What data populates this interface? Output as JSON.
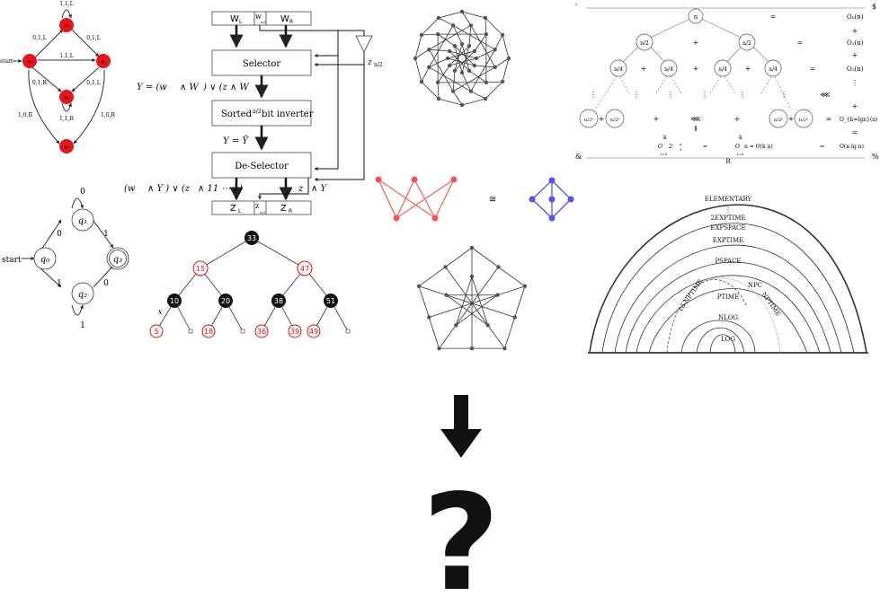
{
  "turing_machine": {
    "nodes": [
      "q₀",
      "q₁",
      "q₂",
      "q₃",
      "q₄"
    ],
    "start": "start",
    "edges": [
      "1,1,L",
      "0,1,L",
      "0,1,L",
      "1,1,L",
      "0,1,R",
      "0,1,L",
      "1,1,R",
      "1,0,R",
      "1,0,R"
    ]
  },
  "circuit": {
    "inputs": [
      "W",
      "L",
      "w",
      "n/2",
      "W",
      "R"
    ],
    "boxes": [
      "Selector",
      "Sorted",
      "bit inverter",
      "De-Selector"
    ],
    "frac": "n/2",
    "z_label": "z",
    "z_sub": "n/2",
    "eq1": "Y = (w",
    "eq1b": "∧ W",
    "eq1c": ") ∨ (z",
    "eq1d": "∧ W",
    "eq2": "Y = Ȳ",
    "eq3": "(w",
    "eq3b": "∧ Y ) ∨ (z",
    "eq3c": "∧ 11 ⋯ 1)",
    "eq4": "z",
    "eq4b": "∧ Y",
    "outputs": [
      "Z",
      "L",
      "z",
      "n/2",
      "Z",
      "R"
    ]
  },
  "automaton": {
    "states": [
      "q₀",
      "q₁",
      "q₂",
      "q₃"
    ],
    "start": "start",
    "labels": [
      "0",
      "0",
      "1",
      "1",
      "0",
      "1"
    ]
  },
  "rb_tree": {
    "nodes": [
      "33",
      "15",
      "47",
      "10",
      "20",
      "38",
      "51",
      "5",
      "18",
      "36",
      "39",
      "49"
    ],
    "x_label": "x"
  },
  "isomorphism": {
    "symbol": "≅"
  },
  "recursion_tree": {
    "corner_tl": "'",
    "corner_tr": "$",
    "corner_bl": "&",
    "corner_br": "%",
    "root": "n",
    "level1": "n/2",
    "level2": "n/4",
    "leaf": "n/2ᵏ",
    "ops": [
      "+",
      "=",
      "⋮",
      "⋘",
      "⇓"
    ],
    "rhs": [
      "O₀(n)",
      "O₁(n)",
      "O₂(n)",
      "O_{k=lgn}(n)",
      "O(n lg n)"
    ],
    "sum_left": "O",
    "sum_terms": [
      "2ⁱ",
      "n",
      "2ⁱ"
    ],
    "k": "k",
    "i0": "i=0",
    "eq_mid": "O",
    "eq_right": "n = O(k n)",
    "iff": "⇔"
  },
  "complexity": {
    "classes": [
      "R",
      "ELEMENTARY",
      "⋮",
      "2EXPTIME",
      "EXPSPACE",
      "EXPTIME",
      "PSPACE",
      "NPC",
      "co-NPTIME",
      "NPTIME",
      "PTIME",
      "NLOG",
      "LOG"
    ]
  },
  "question": {
    "arrow": "⬇",
    "mark": "?"
  }
}
